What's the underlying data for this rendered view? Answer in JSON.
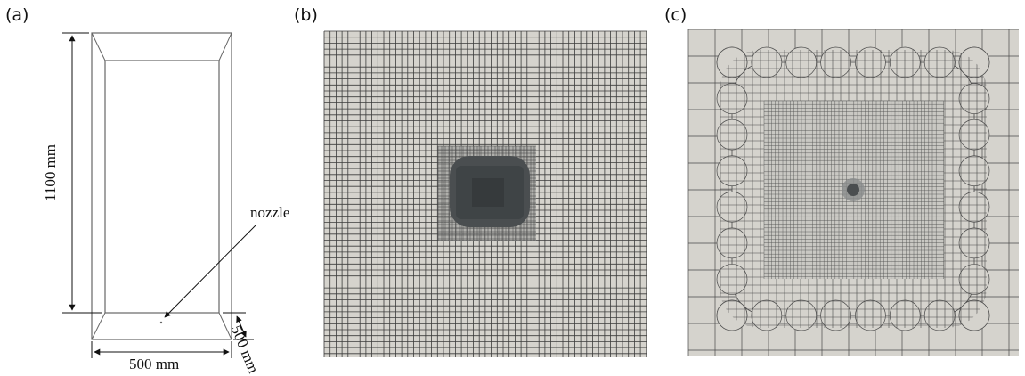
{
  "panels": [
    {
      "label": "(a)"
    },
    {
      "label": "(b)"
    },
    {
      "label": "(c)"
    }
  ],
  "schematic": {
    "height_label": "1100 mm",
    "width_label": "500 mm",
    "depth_label": "500 mm",
    "nozzle_label": "nozzle"
  },
  "colors": {
    "mesh_background": "#d5d3cd",
    "mesh_lines": "#3c3c3c",
    "dense_core": "#4a4e50",
    "schematic_lines": "#555555"
  }
}
